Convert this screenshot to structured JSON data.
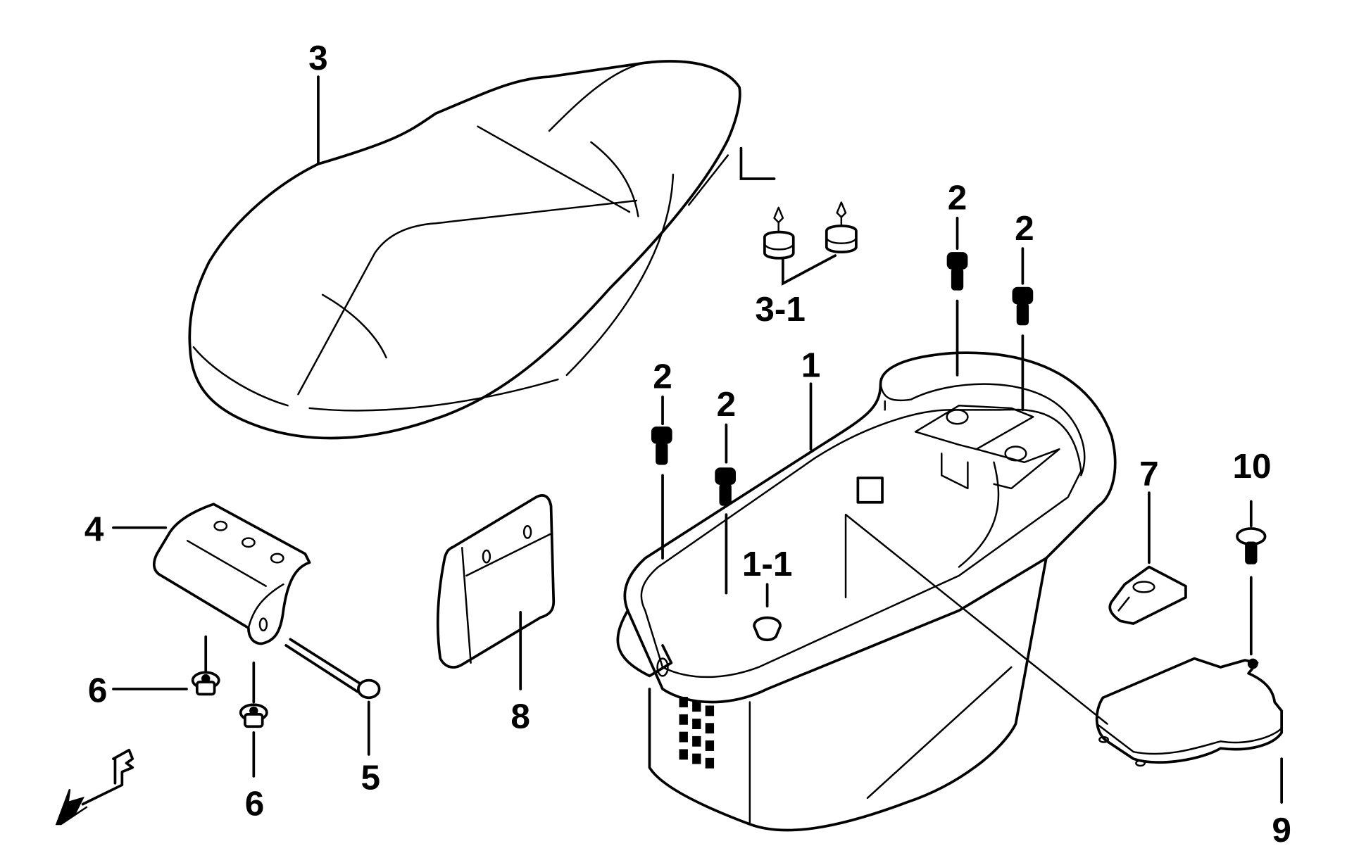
{
  "diagram": {
    "type": "exploded-parts-view",
    "subject": "scooter seat and under-seat luggage box assembly",
    "colors": {
      "line": "#000000",
      "background": "#ffffff"
    },
    "parts": [
      {
        "callout": "1",
        "part": "luggage-box"
      },
      {
        "callout": "1-1",
        "part": "rubber-plug"
      },
      {
        "callout": "2",
        "part": "flange-bolt",
        "count": 4
      },
      {
        "callout": "3",
        "part": "seat"
      },
      {
        "callout": "3-1",
        "part": "seat-cushion-stopper",
        "count": 2
      },
      {
        "callout": "4",
        "part": "seat-hinge-bracket"
      },
      {
        "callout": "5",
        "part": "hinge-pin-bolt"
      },
      {
        "callout": "6",
        "part": "flange-nut",
        "count": 2
      },
      {
        "callout": "7",
        "part": "seat-lock-catch"
      },
      {
        "callout": "8",
        "part": "seat-hinge-cover"
      },
      {
        "callout": "9",
        "part": "battery-cover-lid"
      },
      {
        "callout": "10",
        "part": "screw"
      }
    ],
    "labels": {
      "l1": "1",
      "l1_1": "1-1",
      "l2a": "2",
      "l2b": "2",
      "l2c": "2",
      "l2d": "2",
      "l3": "3",
      "l3_1": "3-1",
      "l4": "4",
      "l5": "5",
      "l6a": "6",
      "l6b": "6",
      "l7": "7",
      "l8": "8",
      "l9": "9",
      "l10": "10"
    },
    "direction_symbol": "front-arrow"
  }
}
